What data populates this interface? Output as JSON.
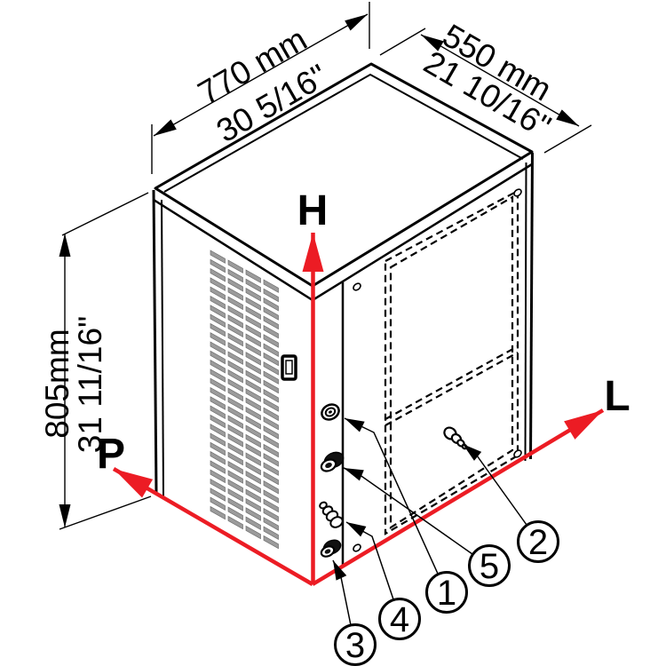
{
  "dimensions": {
    "width_mm": "770 mm",
    "width_in": "30 5/16\"",
    "depth_mm": "550 mm",
    "depth_in": "21 10/16\"",
    "height_mm": "805mm",
    "height_in": "31 11/16\""
  },
  "axes": {
    "h": "H",
    "l": "L",
    "p": "P"
  },
  "callouts": [
    {
      "n": "1"
    },
    {
      "n": "2"
    },
    {
      "n": "3"
    },
    {
      "n": "4"
    },
    {
      "n": "5"
    }
  ],
  "colors": {
    "axis_red": "#ec1c24",
    "line_black": "#000000",
    "vent_gray": "#9b9b9b"
  }
}
